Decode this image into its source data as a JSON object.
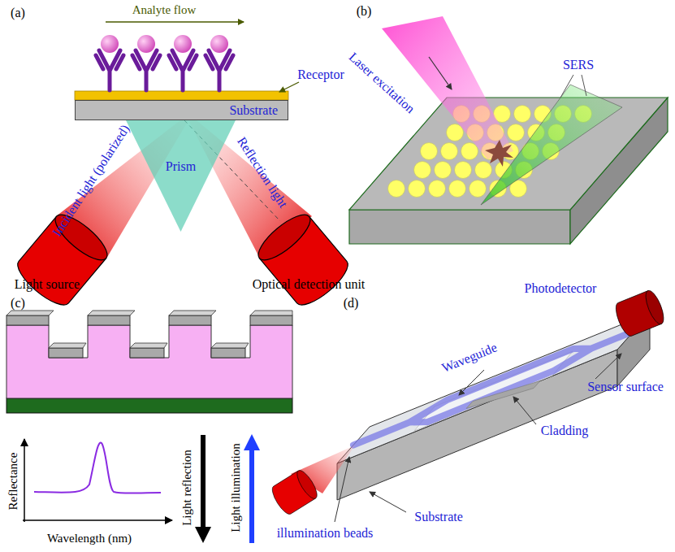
{
  "diagram": {
    "nodes": [
      {
        "text": [
          "Substrate"
        ]
      },
      {
        "text": [
          "Prism"
        ]
      }
    ],
    "labels": [
      "(a)",
      "Analyte flow",
      "Receptor",
      "Incident light (polarized)",
      "Reflection light",
      "Light source",
      "Optical detection unit",
      "(b)",
      "Laser excitation",
      "SERS",
      "(c)",
      "Reflectance",
      "Wavelength (nm)",
      "Light reflection",
      "Light illumination",
      "(d)",
      "Photodetector",
      "Sensor surface",
      "Waveguide",
      "Cladding",
      "Substrate",
      "illumination beads"
    ]
  }
}
